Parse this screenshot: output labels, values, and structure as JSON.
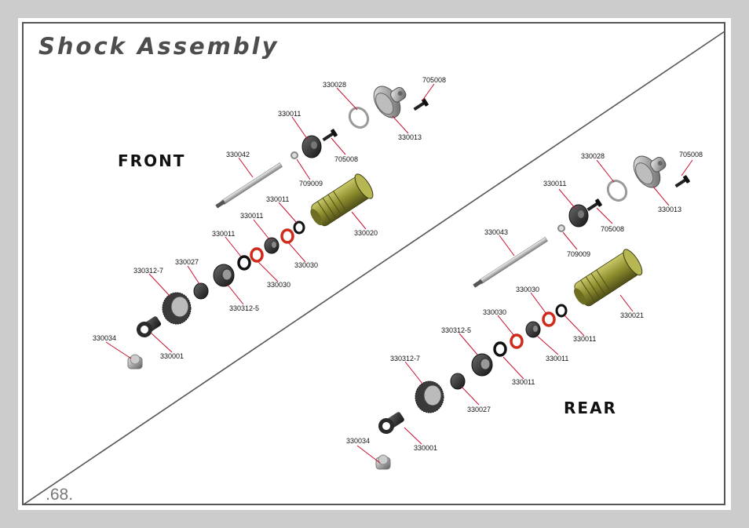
{
  "title": "Shock Assembly",
  "page_number": ".68.",
  "sections": {
    "front": "FRONT",
    "rear": "REAR"
  },
  "colors": {
    "leader": "#c8102e",
    "body": "#8a8a2a",
    "oring": "#d02a1a",
    "frame": "#555555",
    "background": "#cccccc"
  },
  "front_parts": [
    {
      "id": "f-330028",
      "label": "330028"
    },
    {
      "id": "f-705008a",
      "label": "705008"
    },
    {
      "id": "f-330011a",
      "label": "330011"
    },
    {
      "id": "f-330013",
      "label": "330013"
    },
    {
      "id": "f-705008b",
      "label": "705008"
    },
    {
      "id": "f-330042",
      "label": "330042"
    },
    {
      "id": "f-709009",
      "label": "709009"
    },
    {
      "id": "f-330011b",
      "label": "330011"
    },
    {
      "id": "f-330011c",
      "label": "330011"
    },
    {
      "id": "f-330020",
      "label": "330020"
    },
    {
      "id": "f-330011d",
      "label": "330011"
    },
    {
      "id": "f-330030a",
      "label": "330030"
    },
    {
      "id": "f-330027",
      "label": "330027"
    },
    {
      "id": "f-330030b",
      "label": "330030"
    },
    {
      "id": "f-330312-7",
      "label": "330312-7"
    },
    {
      "id": "f-330312-5",
      "label": "330312-5"
    },
    {
      "id": "f-330034",
      "label": "330034"
    },
    {
      "id": "f-330001",
      "label": "330001"
    }
  ],
  "rear_parts": [
    {
      "id": "r-330028",
      "label": "330028"
    },
    {
      "id": "r-705008a",
      "label": "705008"
    },
    {
      "id": "r-330011a",
      "label": "330011"
    },
    {
      "id": "r-330013",
      "label": "330013"
    },
    {
      "id": "r-705008b",
      "label": "705008"
    },
    {
      "id": "r-330043",
      "label": "330043"
    },
    {
      "id": "r-709009",
      "label": "709009"
    },
    {
      "id": "r-330030a",
      "label": "330030"
    },
    {
      "id": "r-330021",
      "label": "330021"
    },
    {
      "id": "r-330030b",
      "label": "330030"
    },
    {
      "id": "r-330011b",
      "label": "330011"
    },
    {
      "id": "r-330312-5",
      "label": "330312-5"
    },
    {
      "id": "r-330011c",
      "label": "330011"
    },
    {
      "id": "r-330312-7",
      "label": "330312-7"
    },
    {
      "id": "r-330011d",
      "label": "330011"
    },
    {
      "id": "r-330027",
      "label": "330027"
    },
    {
      "id": "r-330034",
      "label": "330034"
    },
    {
      "id": "r-330001",
      "label": "330001"
    }
  ]
}
